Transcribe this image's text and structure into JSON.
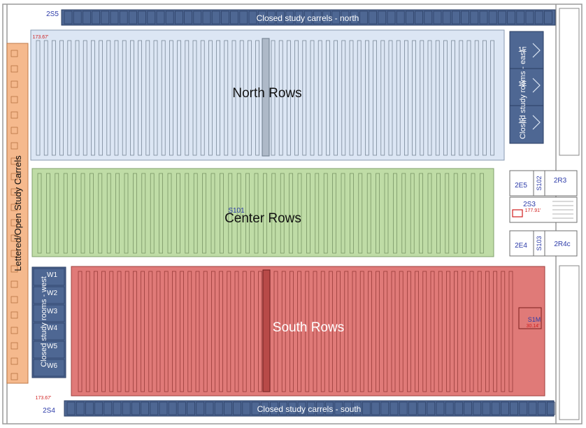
{
  "colors": {
    "north": "#dce6f4",
    "center": "#bfdca6",
    "south": "#e07a78",
    "carrels": "#f5b98d",
    "closed_rooms": "#4e6793",
    "shelf_line": "#6b7a8a",
    "wall": "#9a9a9a"
  },
  "zones": {
    "north": "North Rows",
    "center": "Center Rows",
    "south": "South Rows",
    "carrels": "Lettered/Open Study Carrels",
    "closed_north": "Closed study carrels - north",
    "closed_south": "Closed study carrels - south",
    "closed_east": "Closed study rooms - east",
    "closed_west": "Closed study rooms - west"
  },
  "room_codes": {
    "s2s5": "2S5",
    "s2s4": "2S4",
    "s2e5": "2E5",
    "s2r3": "2R3",
    "s2s3": "2S3",
    "s2e4": "2E4",
    "s2r4": "2R4c",
    "s102": "S102",
    "s103": "S103",
    "s101": "S101",
    "s1m": "S1M",
    "e1": "1E",
    "e2": "1E",
    "e3": "1E",
    "w1": "W1",
    "w2": "W2",
    "w3": "W3",
    "w4": "W4",
    "w5": "W5",
    "w6": "W6"
  },
  "measurements": {
    "north_left": "173.67'",
    "south_left": "173.67'",
    "stair": "177.91'",
    "s1m": "30.14'"
  }
}
